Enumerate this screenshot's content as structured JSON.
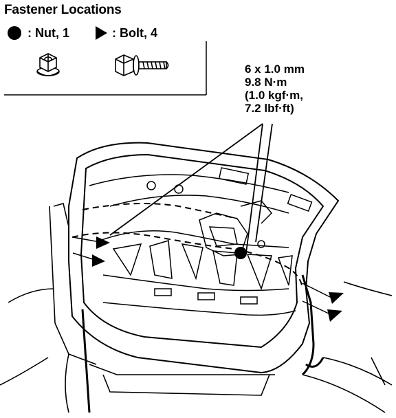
{
  "legend": {
    "title": "Fastener Locations",
    "nut_label": ": Nut, 1",
    "bolt_label": ": Bolt, 4"
  },
  "spec": {
    "line1": "6 x 1.0 mm",
    "line2": "9.8 N·m",
    "line3": "(1.0 kgf·m,",
    "line4": "7.2 lbf·ft)"
  },
  "colors": {
    "ink": "#000000",
    "paper": "#ffffff"
  }
}
